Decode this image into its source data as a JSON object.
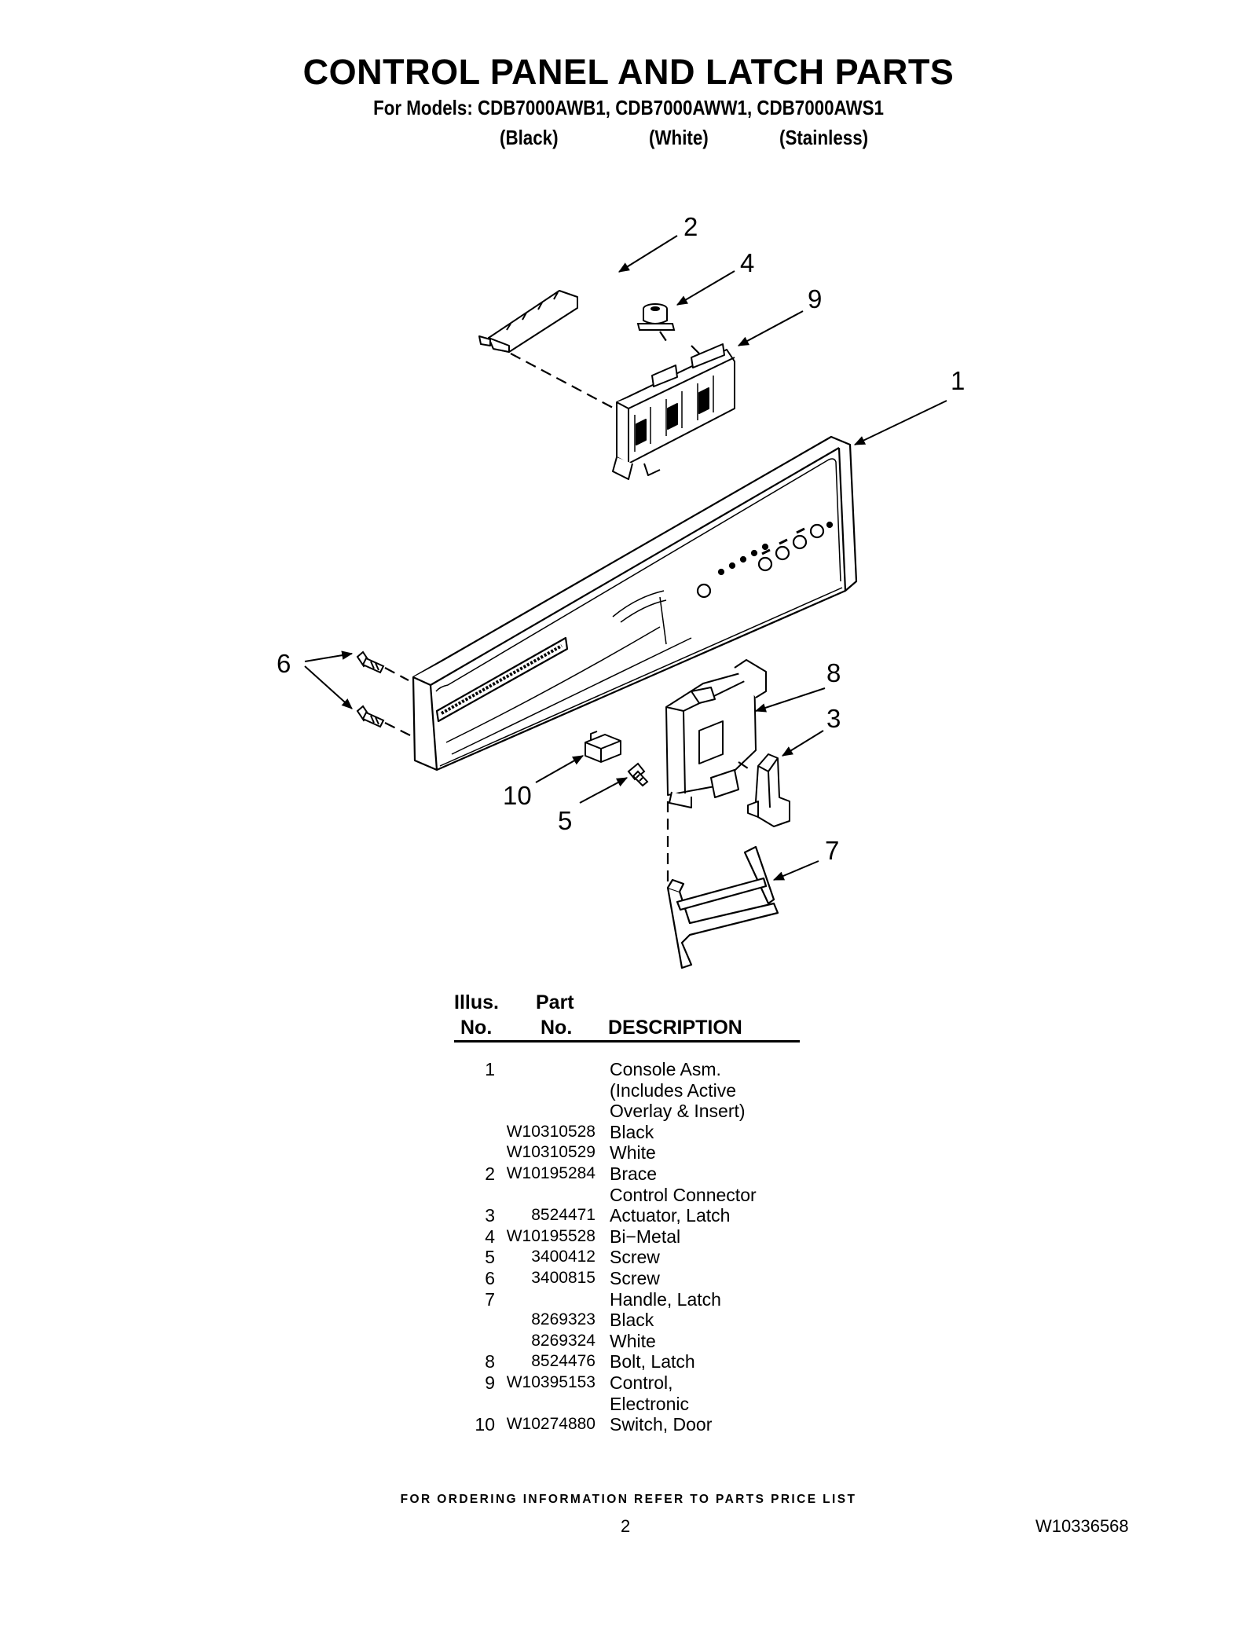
{
  "header": {
    "title": "CONTROL PANEL AND LATCH PARTS",
    "models": "For Models: CDB7000AWB1, CDB7000AWW1, CDB7000AWS1",
    "colors": [
      "(Black)",
      "(White)",
      "(Stainless)"
    ]
  },
  "diagram": {
    "callouts": [
      "2",
      "4",
      "9",
      "1",
      "6",
      "8",
      "3",
      "10",
      "5",
      "7"
    ]
  },
  "parts_table": {
    "headers": {
      "illus_line1": "Illus.",
      "illus_line2": "No.",
      "part_line1": "Part",
      "part_line2": "No.",
      "description": "DESCRIPTION"
    },
    "rows": [
      {
        "no": "1",
        "part": "",
        "desc": "Console Asm."
      },
      {
        "no": "",
        "part": "",
        "desc": "(Includes Active"
      },
      {
        "no": "",
        "part": "",
        "desc": "Overlay & Insert)"
      },
      {
        "no": "",
        "part": "W10310528",
        "desc": "Black"
      },
      {
        "no": "",
        "part": "W10310529",
        "desc": "White"
      },
      {
        "no": "2",
        "part": "W10195284",
        "desc": "Brace"
      },
      {
        "no": "",
        "part": "",
        "desc": "Control Connector"
      },
      {
        "no": "3",
        "part": "8524471",
        "desc": "Actuator, Latch"
      },
      {
        "no": "4",
        "part": "W10195528",
        "desc": "Bi−Metal"
      },
      {
        "no": "5",
        "part": "3400412",
        "desc": "Screw"
      },
      {
        "no": "6",
        "part": "3400815",
        "desc": "Screw"
      },
      {
        "no": "7",
        "part": "",
        "desc": "Handle, Latch"
      },
      {
        "no": "",
        "part": "8269323",
        "desc": "Black"
      },
      {
        "no": "",
        "part": "8269324",
        "desc": "White"
      },
      {
        "no": "8",
        "part": "8524476",
        "desc": "Bolt, Latch"
      },
      {
        "no": "9",
        "part": "W10395153",
        "desc": "Control,"
      },
      {
        "no": "",
        "part": "",
        "desc": "Electronic"
      },
      {
        "no": "10",
        "part": "W10274880",
        "desc": "Switch, Door"
      }
    ]
  },
  "footer": {
    "ordering_note": "FOR ORDERING INFORMATION REFER TO PARTS PRICE LIST",
    "page_number": "2",
    "document_number": "W10336568"
  }
}
